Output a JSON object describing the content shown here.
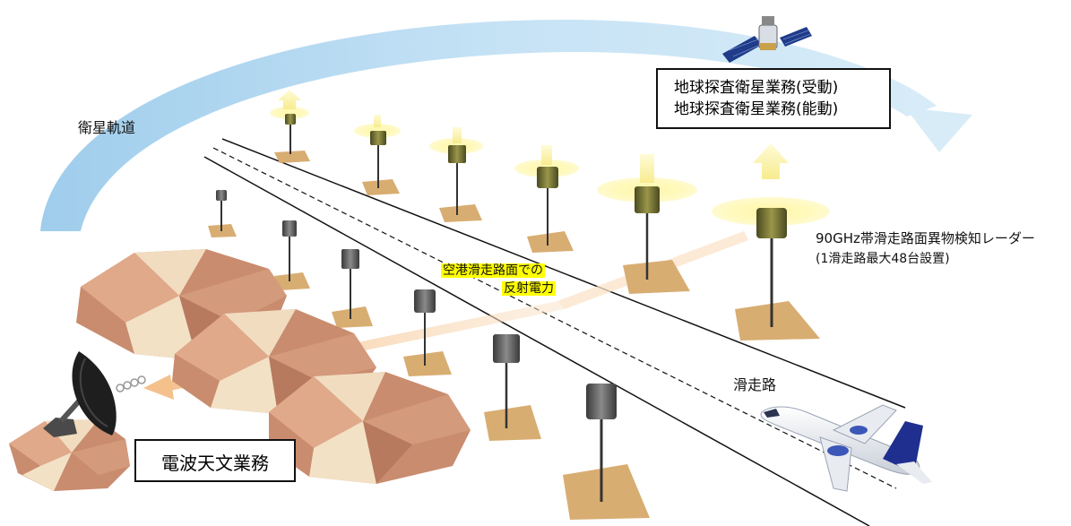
{
  "labels": {
    "satellite_orbit": "衛星軌道",
    "satellite_services": [
      "地球探査衛星業務(受動)",
      "地球探査衛星業務(能動)"
    ],
    "radar_name": "90GHz帯滑走路面異物検知レーダー",
    "radar_count": "(1滑走路最大48台設置)",
    "reflection_line1": "空港滑走路面での",
    "reflection_line2": "反射電力",
    "runway": "滑走路",
    "radio_astronomy": "電波天文業務"
  },
  "colors": {
    "orbit_arrow": "#a9d3ee",
    "reflection_arrow": "#f6cfa4",
    "radar_beam": "#fff27a",
    "radar_ground": "#d8ad72",
    "radar_head": "#5a5a5a",
    "radar_head_active": "#6e6a2c",
    "mountain": "#d29a7c",
    "highlight": "#ffff00",
    "aircraft_tail": "#1f2f8f"
  },
  "icons": [
    "satellite-icon",
    "radio-telescope-icon",
    "aircraft-icon",
    "radar-sensor-icon"
  ]
}
